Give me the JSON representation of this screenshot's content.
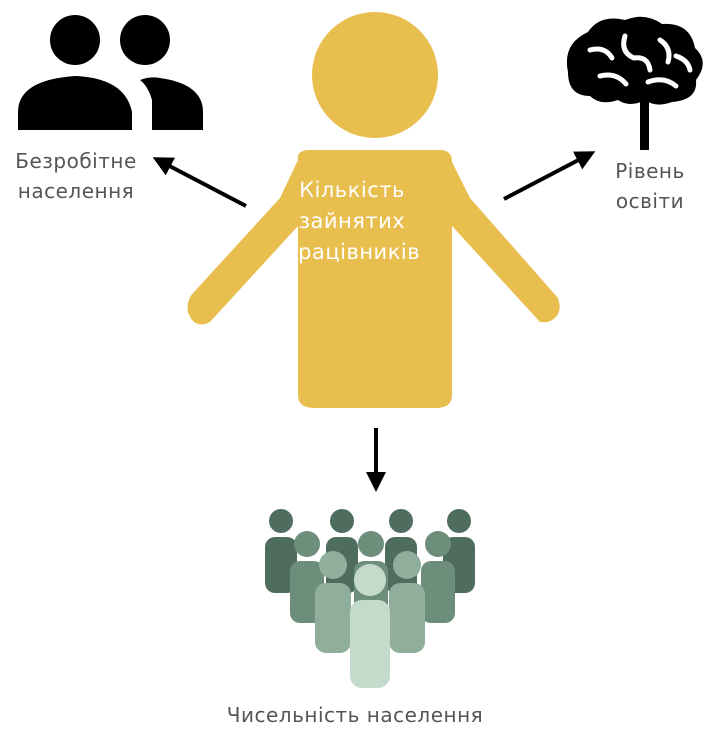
{
  "center_node": {
    "lines": [
      "Кількість",
      "зайнятих",
      "працівників"
    ],
    "color": "#E8BE4E",
    "icon": "person-icon"
  },
  "unemployed_node": {
    "lines": [
      "Безробітне",
      "населення"
    ],
    "icon": "two-people-icon"
  },
  "education_node": {
    "lines": [
      "Рівень",
      "освіти"
    ],
    "icon": "brain-tree-icon"
  },
  "population_node": {
    "lines": [
      "Чисельність населення"
    ],
    "icon": "crowd-icon",
    "colors": [
      "#4F6D5E",
      "#6E8E7C",
      "#8FAE9B",
      "#C4DBCC"
    ]
  },
  "arrow_color": "#000000",
  "label_color": "#555555"
}
